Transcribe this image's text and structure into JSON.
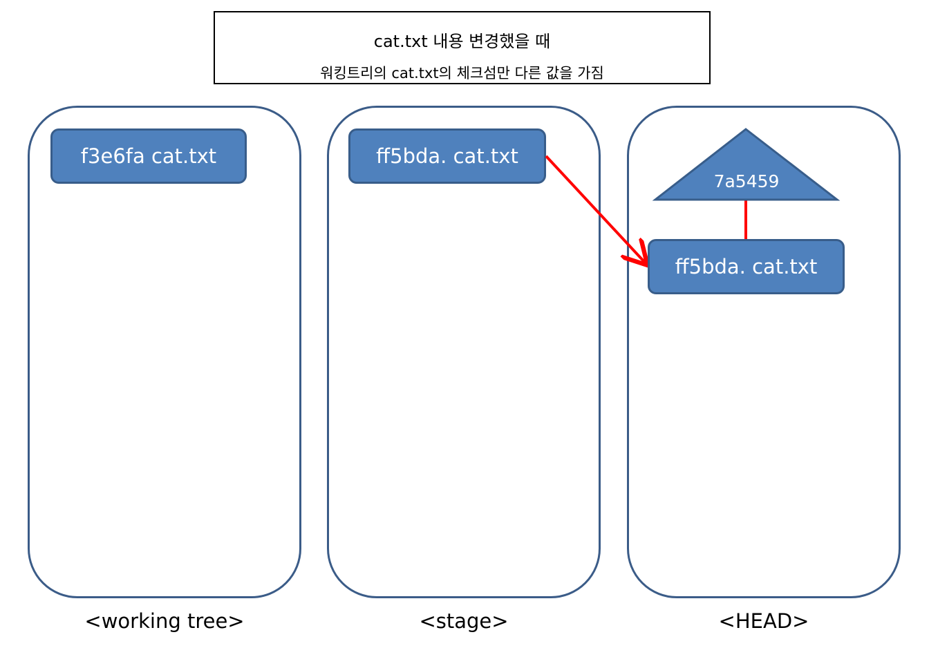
{
  "header": {
    "title": "cat.txt 내용 변경했을 때",
    "subtitle": "워킹트리의 cat.txt의 체크섬만 다른 값을 가짐"
  },
  "areas": [
    {
      "label": "<working tree>",
      "blob": "f3e6fa cat.txt"
    },
    {
      "label": "<stage>",
      "blob": "ff5bda. cat.txt"
    },
    {
      "label": "<HEAD>",
      "blob": "ff5bda. cat.txt",
      "tree": "7a5459"
    }
  ],
  "colors": {
    "object_fill": "#4f81bd",
    "object_border": "#385d8a",
    "area_border": "#3b5c88",
    "pointer": "#ff0000"
  }
}
